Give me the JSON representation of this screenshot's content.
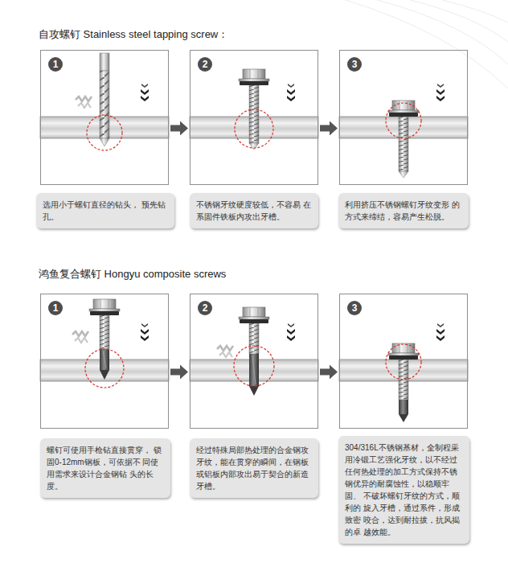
{
  "diagram": {
    "nodes": [
      {
        "text": [
          "1"
        ]
      },
      {
        "text": [
          "2"
        ]
      },
      {
        "text": [
          "3"
        ]
      },
      {
        "text": [
          "选用小于螺钉直径的钻头， 预先钻孔。"
        ]
      },
      {
        "text": [
          "不锈钢牙纹硬度较低，不容易 在系固件铁板内攻出牙槽。"
        ]
      },
      {
        "text": [
          "利用挤压不锈钢螺钉牙纹变形 的方式来缔结，容易产生松脱。"
        ]
      },
      {
        "text": [
          "1"
        ]
      },
      {
        "text": [
          "2"
        ]
      },
      {
        "text": [
          "3"
        ]
      },
      {
        "text": [
          "螺钉可使用手枪钻直接贯穿， 锁固0-12mm钢板，可依据不 同使用需求来设计合金钢钻 头的长度。"
        ]
      },
      {
        "text": [
          "经过特殊局部热处理的合金钢攻 牙纹，能在贯穿的瞬间，在钢板 或铝板内部攻出易于契合的新造 牙槽。"
        ]
      },
      {
        "text": [
          "304/316L不锈钢基材，全制程采 用冷锻工艺强化牙纹，以不经过 任何热处理的加工方式保持不锈 钢优异的耐腐蚀性，以稳顺牢固、 不破坏螺钉牙纹的方式，顺利的 旋入牙槽，通过系件，形成致密 咬合，达到耐拉拔，抗风揭的卓 越效能。"
        ]
      }
    ],
    "edges": [
      {
        "from": 0,
        "to": 1,
        "arrow": "to"
      },
      {
        "from": 1,
        "to": 2,
        "arrow": "to"
      },
      {
        "from": 6,
        "to": 7,
        "arrow": "to"
      },
      {
        "from": 7,
        "to": 8,
        "arrow": "to"
      }
    ],
    "labels": [
      "自攻螺钉 Stainless steel tapping screw：",
      "鸿鱼复合螺钉 Hongyu composite screws"
    ]
  }
}
